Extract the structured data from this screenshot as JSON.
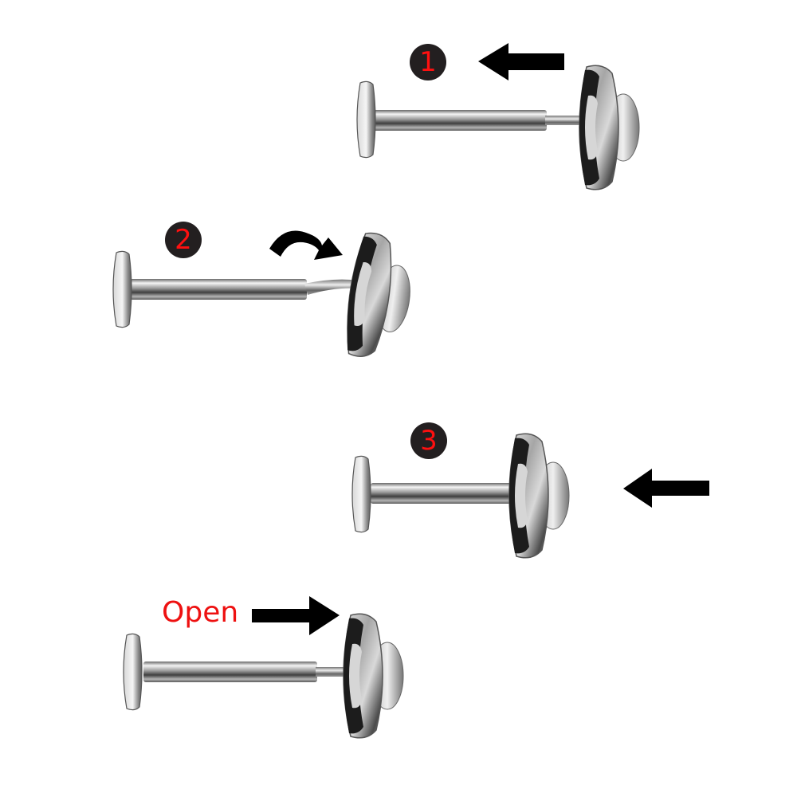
{
  "diagram": {
    "type": "instructional-assembly-steps",
    "subject": "push-fit labret stud with flat disc back and bezel-set top",
    "colors": {
      "badge_bg": "#231f20",
      "badge_text": "#ff1010",
      "arrow": "#000000",
      "open_label": "#ee1111",
      "metal_light": "#f2f2f2",
      "metal_mid": "#b8b8b8",
      "metal_dark": "#4a4a4a"
    },
    "steps": [
      {
        "number": "1",
        "arrow_direction": "left",
        "description": "top pin partially inserted into shaft"
      },
      {
        "number": "2",
        "arrow_direction": "curved-right",
        "description": "bend pin slightly"
      },
      {
        "number": "3",
        "arrow_direction": "left",
        "description": "push top fully into shaft"
      }
    ],
    "open_step": {
      "label": "Open",
      "arrow_direction": "right"
    }
  }
}
